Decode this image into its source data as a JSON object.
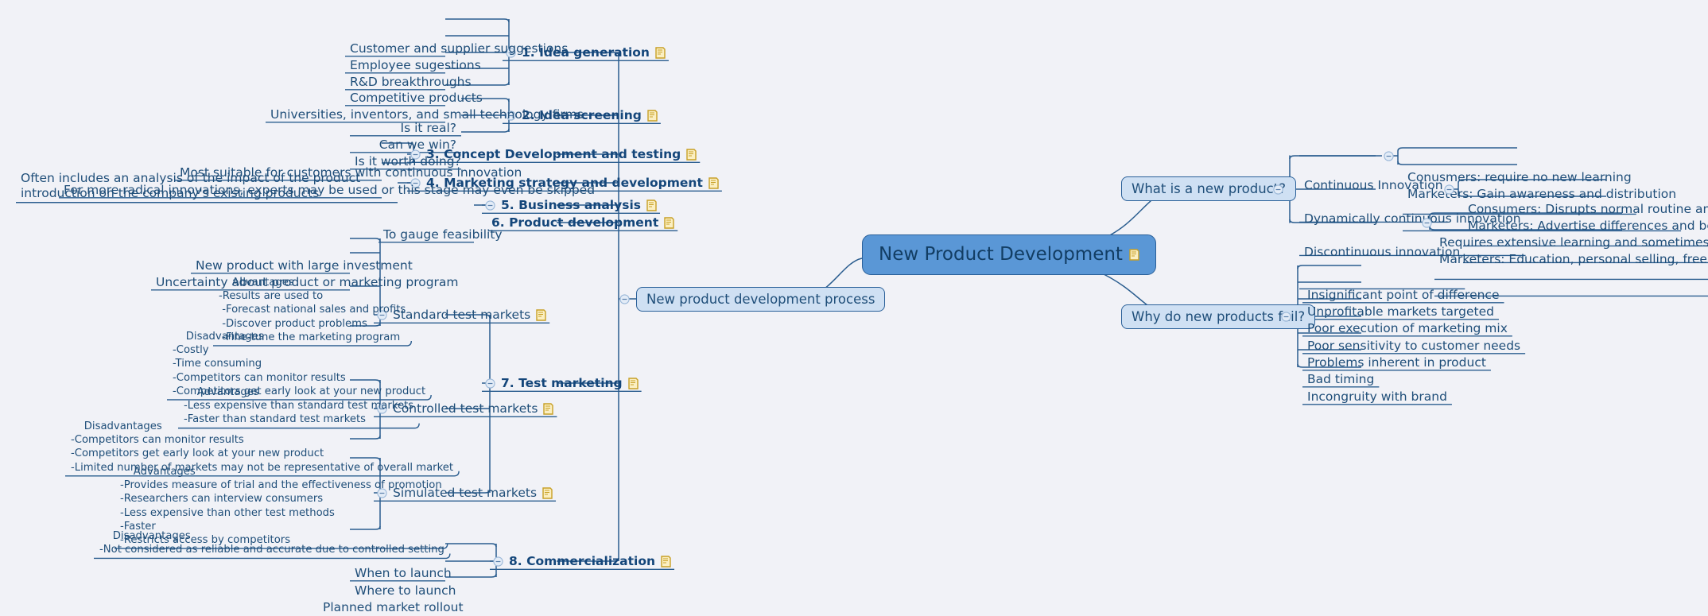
{
  "meta": {
    "background_color": "#f1f2f7",
    "line_color": "#2a5d8f",
    "text_color": "#1f4e79",
    "central_fill": "#5a97d6",
    "pill_fill": "#cfe0f3",
    "note_icon_color": "#c8a026",
    "collapse_icon_color": "#9bb8d8"
  },
  "icons": {
    "note": "note-icon",
    "collapse": "collapse-minus-icon"
  },
  "central": {
    "label": "New Product Development"
  },
  "right": {
    "branch_new_product": {
      "label": "What is a new product?",
      "children": [
        {
          "label": "Continuous Innovation",
          "children": [
            "Conusmers: require no new learning",
            "Marketers: Gain awareness and distribution"
          ]
        },
        {
          "label": "Dynamically continuous innovation",
          "children": [
            "Consumers: Disrupts normal routine and requires learning",
            "Marketers: Advertise differences and benefits"
          ]
        },
        {
          "label": "Discontinuous innovation",
          "children": [
            "Requires extensive learning and sometimes a critical mass of adopters",
            "Marketers: Education, personal selling, free trial/testing"
          ]
        }
      ]
    },
    "branch_fail": {
      "label": "Why do new products fail?",
      "children": [
        "Insignificant point of difference",
        "Unprofitable markets targeted",
        "Poor execution of marketing mix",
        "Poor sensitivity to customer needs",
        "Problems inherent in product",
        "Bad timing",
        "Incongruity with brand"
      ]
    }
  },
  "left": {
    "process": {
      "label": "New product development process"
    },
    "stages": [
      {
        "label": "1. Idea generation",
        "has_note": true,
        "has_collapse": true,
        "children": [
          "Customer and supplier suggestions",
          "Employee sugestions",
          "R&D breakthroughs",
          "Competitive products",
          "Universities, inventors, and small technology firms"
        ]
      },
      {
        "label": "2. Idea screening",
        "has_note": true,
        "has_collapse": true,
        "children": [
          "Is it real?",
          "Can we win?",
          "Is it worth doing?"
        ]
      },
      {
        "label": "3. Concept Development and testing",
        "has_note": true,
        "has_collapse": true,
        "children": [
          "Most suitable for customers with continuous innovation",
          "For more radical innovations, experts may be used or this stage may even be skipped"
        ]
      },
      {
        "label": "4. Marketing strategy and development",
        "has_note": true,
        "has_collapse": true,
        "children": [
          "Often includes an analysis of the impact of the product introduction on the company's existing products"
        ]
      },
      {
        "label": "5. Business analysis",
        "has_note": true,
        "has_collapse": true,
        "children": [
          "To gauge feasibility"
        ]
      },
      {
        "label": "6. Product development",
        "has_note": true,
        "has_collapse": false,
        "children": []
      },
      {
        "label": "7. Test marketing",
        "has_note": true,
        "has_collapse": true,
        "children": []
      },
      {
        "label": "8. Commercialization",
        "has_note": true,
        "has_collapse": true,
        "children": [
          "When to launch",
          "Where to launch",
          "Planned market rollout"
        ]
      }
    ],
    "test_marketing": {
      "standard": {
        "label": "Standard test markets",
        "has_note": true,
        "top_notes": [
          "New product with large investment",
          "Uncertainty about product or marketing program"
        ],
        "advantages": "Advantages\n-Results are used to\n -Forecast national sales and profits\n -Discover product problems\n -Fine-tune the marketing program",
        "disadvantages": "Disadvantages\n-Costly\n-Time consuming\n-Competitors can monitor results\n-Competitors get early look at your new product"
      },
      "controlled": {
        "label": "Controlled test markets",
        "has_note": true,
        "advantages": "Advantages\n-Less expensive than standard test markets\n-Faster than standard test markets",
        "disadvantages": "Disadvantages\n-Competitors can monitor results\n-Competitors get early look at your new product\n-Limited number of markets may not be representative of overall market"
      },
      "simulated": {
        "label": "Simulated test markets",
        "has_note": true,
        "advantages": "Advantages\n-Provides measure of trial and the effectiveness of promotion\n-Researchers can interview consumers\n-Less expensive than other test methods\n-Faster\n-Restricts access by competitors",
        "disadvantages": "Disadvantages\n-Not considered as reliable and accurate due to controlled setting"
      }
    }
  }
}
